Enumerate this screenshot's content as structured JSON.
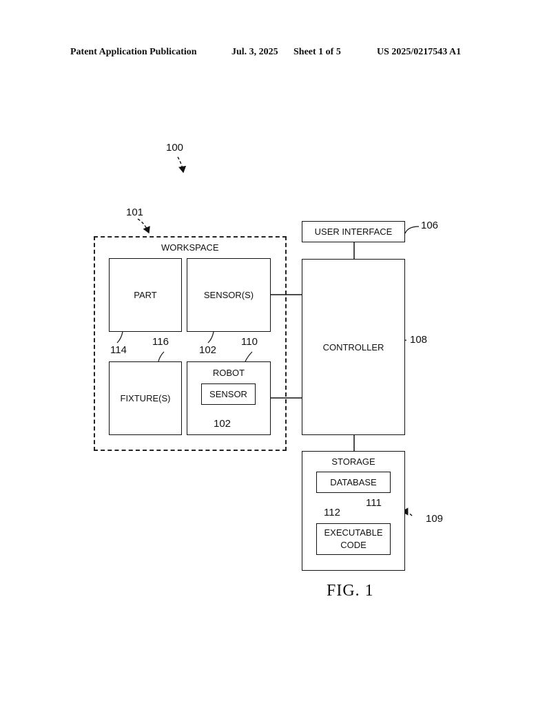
{
  "header": {
    "pub_label": "Patent Application Publication",
    "date": "Jul. 3, 2025",
    "sheet": "Sheet 1 of 5",
    "pub_number": "US 2025/0217543 A1"
  },
  "figure": {
    "system_ref": "100",
    "workspace_ref": "101",
    "workspace_label": "WORKSPACE",
    "part_label": "PART",
    "part_ref": "114",
    "sensors_label": "SENSOR(S)",
    "sensors_ref": "102",
    "fixtures_label": "FIXTURE(S)",
    "fixtures_ref": "116",
    "robot_label": "ROBOT",
    "robot_ref": "110",
    "robot_sensor_label": "SENSOR",
    "robot_sensor_ref": "102",
    "user_interface_label": "USER INTERFACE",
    "user_interface_ref": "106",
    "controller_label": "CONTROLLER",
    "controller_ref": "108",
    "storage_label": "STORAGE",
    "storage_ref": "109",
    "database_label": "DATABASE",
    "database_ref": "112",
    "code_label_line1": "EXECUTABLE",
    "code_label_line2": "CODE",
    "code_ref": "111",
    "caption": "FIG. 1"
  }
}
